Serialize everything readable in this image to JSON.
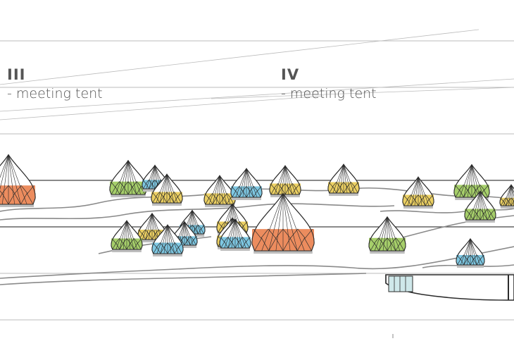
{
  "sections": [
    {
      "numeral": "III",
      "description": "- meeting tent"
    },
    {
      "numeral": "IV",
      "description": "- meeting tent"
    }
  ],
  "colors": {
    "line": "#444444",
    "light_line": "#bbbbbb",
    "path": "#8a8a8a",
    "green": "#a6cf6a",
    "yellow": "#ecd062",
    "blue": "#7ec8e3",
    "orange": "#ec8c5e",
    "tent_outline": "#2b2b2b"
  },
  "tents": [
    {
      "color": "orange"
    },
    {
      "color": "green"
    },
    {
      "color": "blue"
    },
    {
      "color": "yellow"
    },
    {
      "color": "yellow"
    },
    {
      "color": "blue"
    },
    {
      "color": "yellow"
    },
    {
      "color": "yellow"
    },
    {
      "color": "yellow"
    },
    {
      "color": "green"
    },
    {
      "color": "green"
    },
    {
      "color": "yellow"
    },
    {
      "color": "yellow"
    },
    {
      "color": "green"
    },
    {
      "color": "yellow"
    },
    {
      "color": "blue"
    },
    {
      "color": "blue"
    },
    {
      "color": "blue"
    },
    {
      "color": "yellow"
    },
    {
      "color": "blue"
    },
    {
      "color": "orange"
    },
    {
      "color": "green"
    },
    {
      "color": "blue"
    }
  ]
}
